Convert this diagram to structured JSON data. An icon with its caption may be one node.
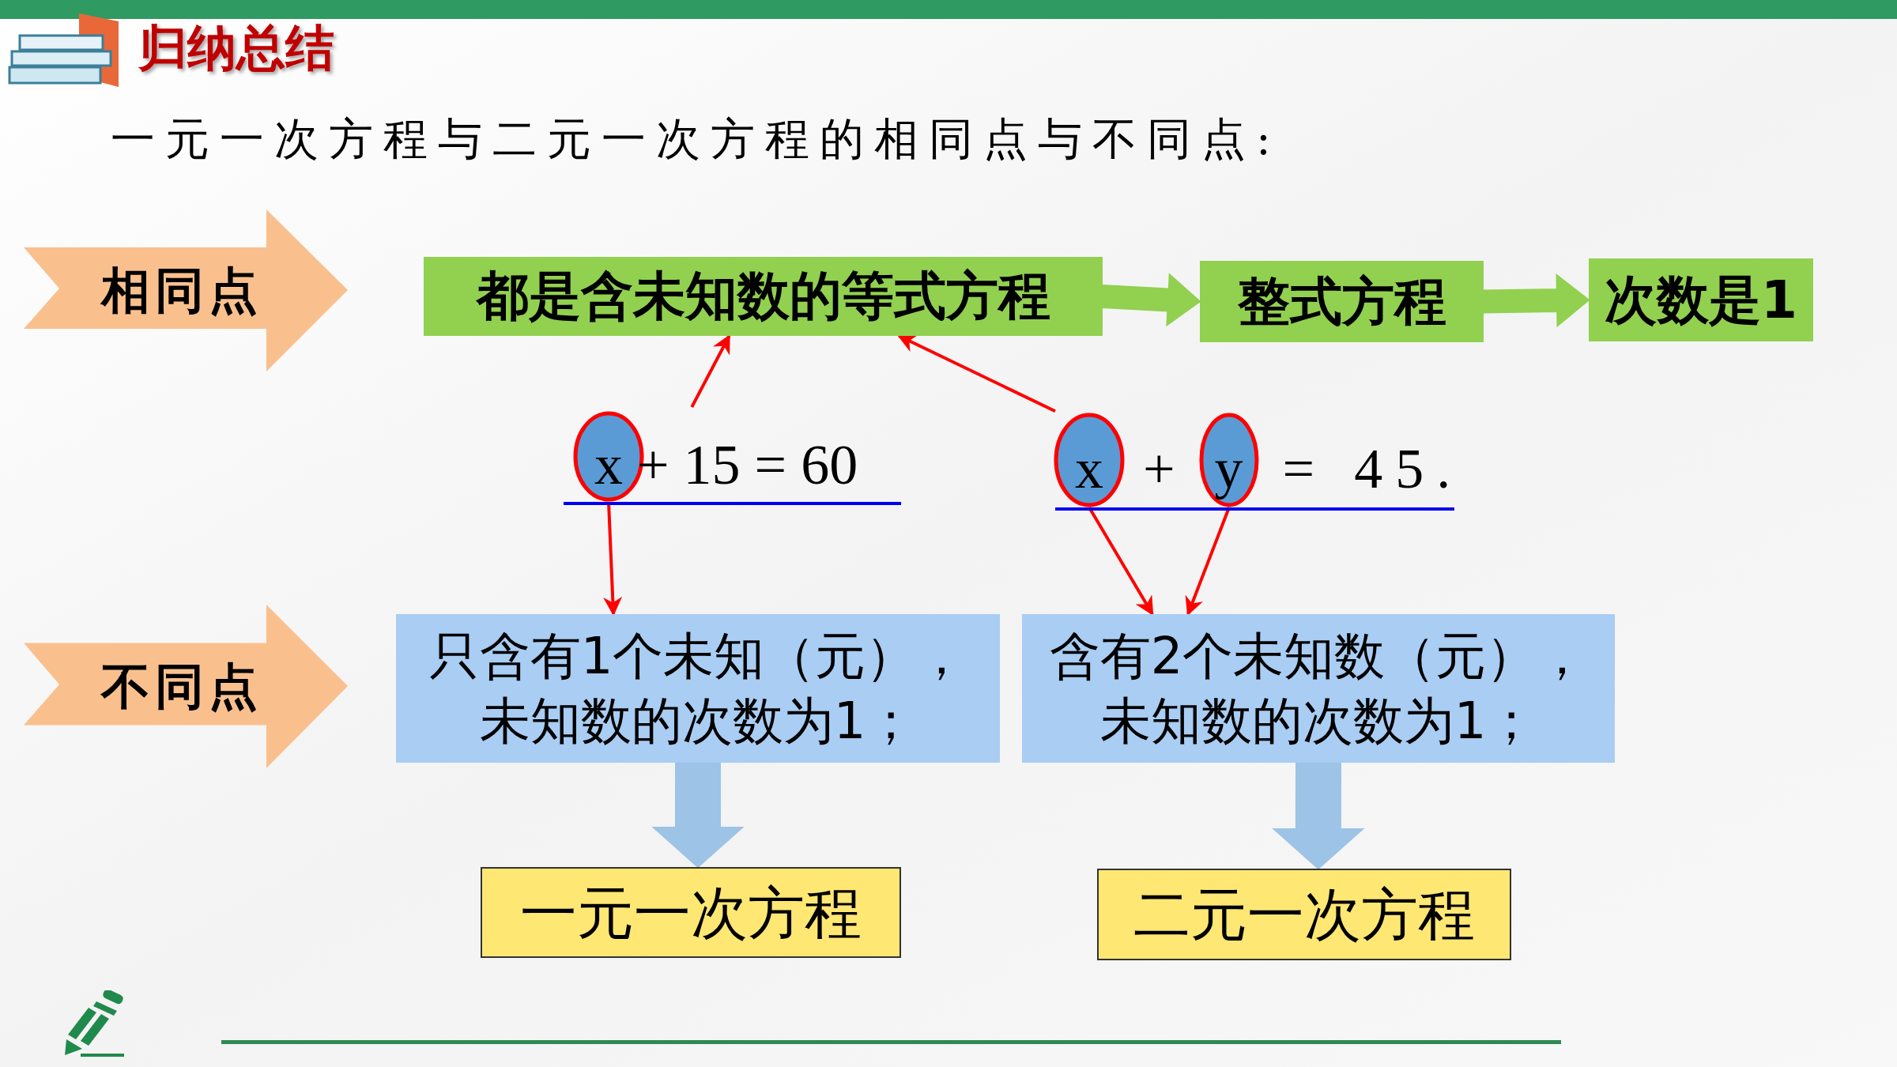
{
  "diagram": {
    "title": "归纳总结",
    "nodes": [
      {
        "text": [
          "相同点"
        ]
      },
      {
        "text": [
          "都是含未知数的等式方程"
        ]
      },
      {
        "text": [
          "整式方程"
        ]
      },
      {
        "text": [
          "次数是1"
        ]
      },
      {
        "text": [
          "不同点"
        ]
      },
      {
        "text": [
          "只含有1个未知（元），未知数的次数为1；"
        ]
      },
      {
        "text": [
          "含有2个未知数（元），未知数的次数为1；"
        ]
      },
      {
        "text": [
          "一元一次方程"
        ]
      },
      {
        "text": [
          "二元一次方程"
        ]
      },
      {
        "text": [
          "x + 15 = 60"
        ]
      },
      {
        "text": [],
        "shape": "circle",
        "in": 9
      },
      {
        "text": [
          "x + y = 45."
        ]
      },
      {
        "text": [],
        "shape": "circle",
        "in": 11
      },
      {
        "text": [],
        "shape": "circle",
        "in": 11
      }
    ],
    "edges": [
      {
        "from": 1,
        "to": 2,
        "arrow": "to",
        "style": "thick",
        "color": "#92d050"
      },
      {
        "from": 2,
        "to": 3,
        "arrow": "to",
        "style": "thick",
        "color": "#92d050"
      },
      {
        "from": 9,
        "to": 1,
        "arrow": "to"
      },
      {
        "from": 11,
        "to": 1,
        "arrow": "to"
      },
      {
        "from": 10,
        "to": 5,
        "arrow": "to"
      },
      {
        "from": 12,
        "to": 6,
        "arrow": "to"
      },
      {
        "from": 13,
        "to": 6,
        "arrow": "to"
      },
      {
        "from": 5,
        "to": 7,
        "arrow": "to",
        "style": "thick",
        "color": "#9dc3e6"
      },
      {
        "from": 6,
        "to": 8,
        "arrow": "to",
        "style": "thick",
        "color": "#9dc3e6"
      }
    ],
    "labels": [
      "一元一次方程与二元一次方程的相同点与不同点:"
    ]
  }
}
